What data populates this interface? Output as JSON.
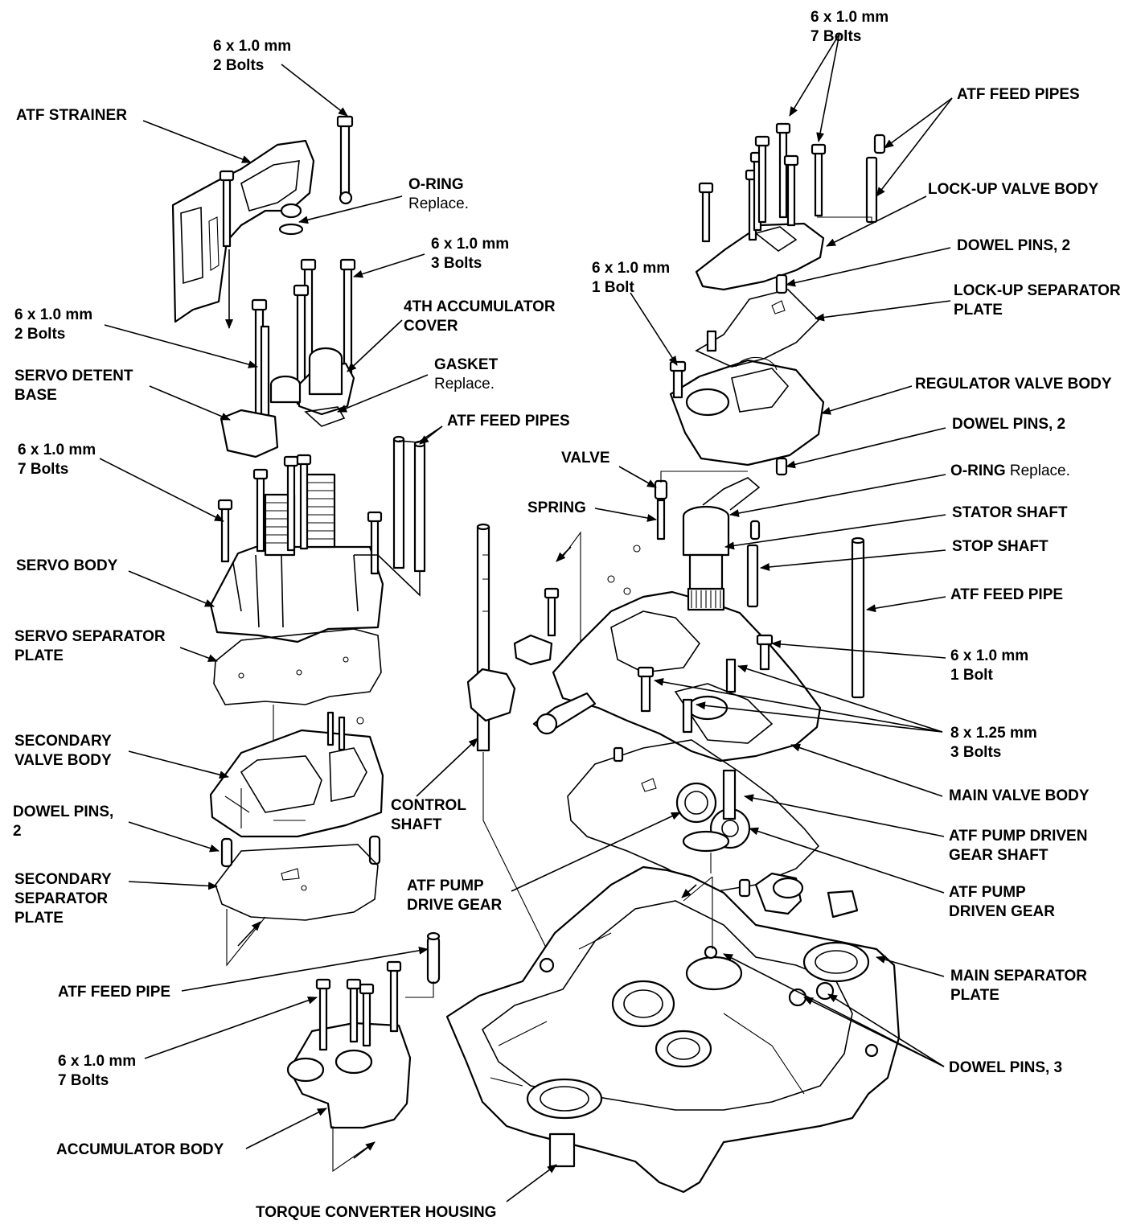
{
  "labels": {
    "bolts_6x10_2_top": {
      "l1": "6 x 1.0 mm",
      "l2": "2 Bolts"
    },
    "atf_strainer": "ATF STRAINER",
    "oring_top": {
      "l1": "O-RING",
      "l2": "Replace."
    },
    "bolts_6x10_3": {
      "l1": "6 x 1.0 mm",
      "l2": "3 Bolts"
    },
    "bolts_6x10_2_left": {
      "l1": "6 x 1.0 mm",
      "l2": "2 Bolts"
    },
    "accumulator_cover_4th": {
      "l1": "4TH ACCUMULATOR",
      "l2": "COVER"
    },
    "gasket": {
      "l1": "GASKET",
      "l2": "Replace."
    },
    "servo_detent_base": {
      "l1": "SERVO DETENT",
      "l2": "BASE"
    },
    "atf_feed_pipes_mid": "ATF FEED PIPES",
    "bolts_6x10_7_left": {
      "l1": "6 x 1.0 mm",
      "l2": "7 Bolts"
    },
    "servo_body": "SERVO BODY",
    "servo_separator_plate": {
      "l1": "SERVO SEPARATOR",
      "l2": "PLATE"
    },
    "secondary_valve_body": {
      "l1": "SECONDARY",
      "l2": "VALVE BODY"
    },
    "dowel_pins_2_left": {
      "l1": "DOWEL PINS,",
      "l2": "2"
    },
    "secondary_separator_plate": {
      "l1": "SECONDARY",
      "l2": "SEPARATOR",
      "l3": "PLATE"
    },
    "atf_feed_pipe_bottom": "ATF FEED PIPE",
    "bolts_6x10_7_bottom": {
      "l1": "6 x 1.0 mm",
      "l2": "7 Bolts"
    },
    "accumulator_body": "ACCUMULATOR BODY",
    "torque_converter_housing": "TORQUE CONVERTER HOUSING",
    "control_shaft": {
      "l1": "CONTROL",
      "l2": "SHAFT"
    },
    "atf_pump_drive_gear": {
      "l1": "ATF PUMP",
      "l2": "DRIVE GEAR"
    },
    "valve": "VALVE",
    "spring": "SPRING",
    "bolts_6x10_1_mid": {
      "l1": "6 x 1.0 mm",
      "l2": "1 Bolt"
    },
    "bolts_6x10_7_top": {
      "l1": "6 x 1.0 mm",
      "l2": "7 Bolts"
    },
    "atf_feed_pipes_top": "ATF FEED PIPES",
    "lockup_valve_body": "LOCK-UP VALVE BODY",
    "dowel_pins_2_top": "DOWEL PINS, 2",
    "lockup_separator_plate": {
      "l1": "LOCK-UP SEPARATOR",
      "l2": "PLATE"
    },
    "regulator_valve_body": "REGULATOR VALVE BODY",
    "dowel_pins_2_right": "DOWEL PINS, 2",
    "oring_right": {
      "l1": "O-RING",
      "l2": "Replace."
    },
    "stator_shaft": "STATOR SHAFT",
    "stop_shaft": "STOP SHAFT",
    "atf_feed_pipe_right": "ATF FEED PIPE",
    "bolts_6x10_1_right": {
      "l1": "6 x 1.0 mm",
      "l2": "1 Bolt"
    },
    "bolts_8x125_3": {
      "l1": "8 x 1.25 mm",
      "l2": "3 Bolts"
    },
    "main_valve_body": "MAIN VALVE BODY",
    "atf_pump_driven_gear_shaft": {
      "l1": "ATF PUMP DRIVEN",
      "l2": "GEAR SHAFT"
    },
    "atf_pump_driven_gear": {
      "l1": "ATF PUMP",
      "l2": "DRIVEN GEAR"
    },
    "main_separator_plate": {
      "l1": "MAIN SEPARATOR",
      "l2": "PLATE"
    },
    "dowel_pins_3": "DOWEL PINS, 3"
  }
}
